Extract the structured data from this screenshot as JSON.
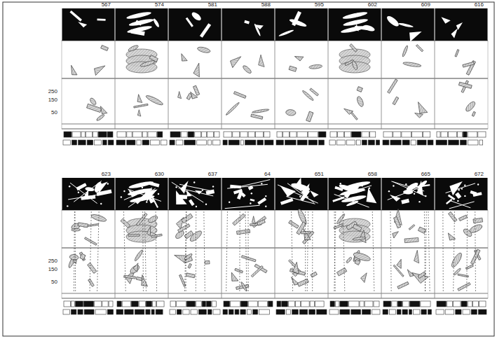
{
  "diagram": {
    "labels": [
      "567",
      "574",
      "581",
      "588",
      "595",
      "602",
      "609",
      "616",
      "250",
      "150",
      "50",
      "623",
      "630",
      "637",
      "64",
      "651",
      "658",
      "665",
      "672",
      "250",
      "150",
      "50"
    ]
  }
}
